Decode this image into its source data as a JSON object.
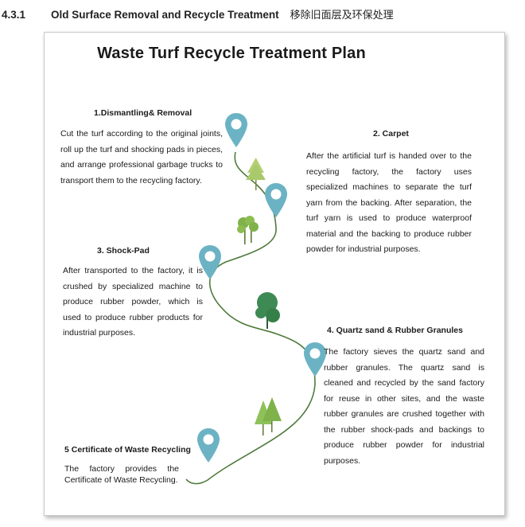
{
  "section": {
    "number": "4.3.1",
    "title_en": "Old Surface Removal and Recycle Treatment",
    "title_cn": "移除旧面层及环保处理"
  },
  "plan": {
    "title": "Waste Turf Recycle Treatment Plan",
    "steps": [
      {
        "title": "1.Dismantling& Removal",
        "text": "Cut the turf according to the original joints, roll up the turf and shocking pads in pieces, and arrange professional garbage trucks to transport them to the recycling factory."
      },
      {
        "title": "2. Carpet",
        "text": "After the artificial turf is handed over to the recycling factory, the factory uses specialized machines to separate the turf yarn from the backing. After separation, the turf yarn is used to produce waterproof material and the backing to produce rubber powder for industrial purposes."
      },
      {
        "title": "3. Shock-Pad",
        "text": "After transported to the factory, it is crushed by specialized machine to produce rubber powder, which is used to produce rubber products for industrial purposes."
      },
      {
        "title": "4. Quartz sand & Rubber Granules",
        "text": "The factory sieves the quartz sand and rubber granules. The quartz sand is cleaned and recycled by the sand factory for reuse in other sites, and the waste rubber granules are crushed together with the rubber shock-pads and backings to produce rubber powder for industrial purposes."
      },
      {
        "title": "5 Certificate of Waste Recycling",
        "text": "The factory provides the Certificate of Waste Recycling."
      }
    ]
  },
  "colors": {
    "pin": "#6bb3c4",
    "path": "#4f7a3b",
    "tree_light": "#a9c96b",
    "tree_mid": "#7fb24a",
    "tree_dark": "#3e8a55"
  }
}
